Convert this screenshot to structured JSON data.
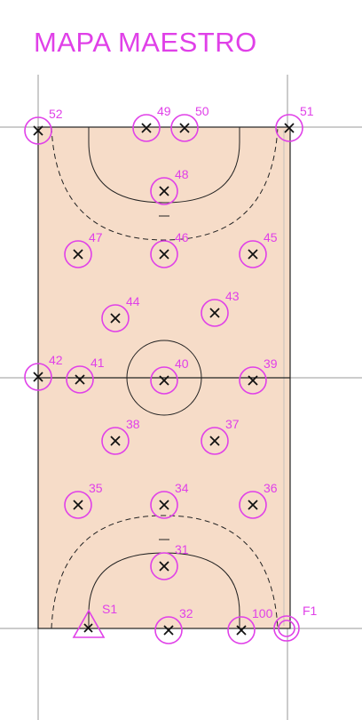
{
  "title": "MAPA MAESTRO",
  "colors": {
    "accent": "#e040e8",
    "court_fill": "#f6dcc8",
    "lines": "#222222",
    "guides": "#9a9a9a"
  },
  "points": [
    {
      "id": "52",
      "label": "52"
    },
    {
      "id": "49",
      "label": "49"
    },
    {
      "id": "50",
      "label": "50"
    },
    {
      "id": "51",
      "label": "51"
    },
    {
      "id": "48",
      "label": "48"
    },
    {
      "id": "47",
      "label": "47"
    },
    {
      "id": "46",
      "label": "46"
    },
    {
      "id": "45",
      "label": "45"
    },
    {
      "id": "44",
      "label": "44"
    },
    {
      "id": "43",
      "label": "43"
    },
    {
      "id": "42",
      "label": "42"
    },
    {
      "id": "41",
      "label": "41"
    },
    {
      "id": "40",
      "label": "40"
    },
    {
      "id": "39",
      "label": "39"
    },
    {
      "id": "38",
      "label": "38"
    },
    {
      "id": "37",
      "label": "37"
    },
    {
      "id": "35",
      "label": "35"
    },
    {
      "id": "34",
      "label": "34"
    },
    {
      "id": "36",
      "label": "36"
    },
    {
      "id": "31",
      "label": "31"
    },
    {
      "id": "32",
      "label": "32"
    },
    {
      "id": "100",
      "label": "100"
    }
  ],
  "station": {
    "label": "S1",
    "icon": "triangle-station-icon"
  },
  "fixed_point": {
    "label": "F1",
    "icon": "double-circle-icon"
  }
}
